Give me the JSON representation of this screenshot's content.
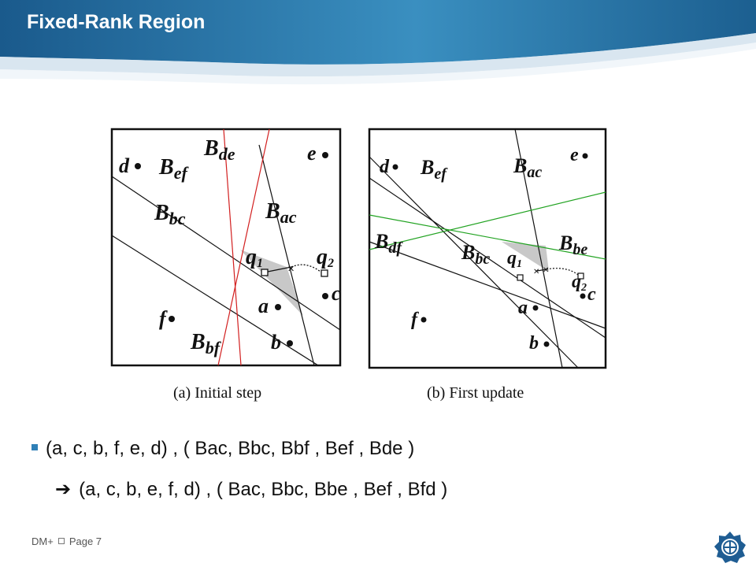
{
  "slide": {
    "title": "Fixed-Rank Region",
    "accent_color": "#2f7fb6"
  },
  "figure": {
    "panel_a": {
      "caption": "(a)  Initial step",
      "points": [
        "d",
        "e",
        "c",
        "a",
        "f",
        "b"
      ],
      "queries": [
        "q1",
        "q2"
      ],
      "bisectors": [
        "Bde",
        "Bef",
        "Bbc",
        "Bac",
        "Bbf"
      ]
    },
    "panel_b": {
      "caption": "(b)  First update",
      "points": [
        "d",
        "e",
        "a",
        "c",
        "f",
        "b"
      ],
      "queries": [
        "q1",
        "q2"
      ],
      "bisectors": [
        "Bef",
        "Bac",
        "Bdf",
        "Bbc",
        "Bbe"
      ]
    }
  },
  "bullets": {
    "line1": "(a, c, b, f, e, d) , ( Bac, Bbc, Bbf , Bef , Bde )",
    "line2": "(a, c, b, e, f, d) ,  ( Bac, Bbc, Bbe , Bef , Bfd )",
    "arrow_icon": "right-arrow-icon"
  },
  "footer": {
    "brand": "DM+",
    "page": "Page 7"
  }
}
